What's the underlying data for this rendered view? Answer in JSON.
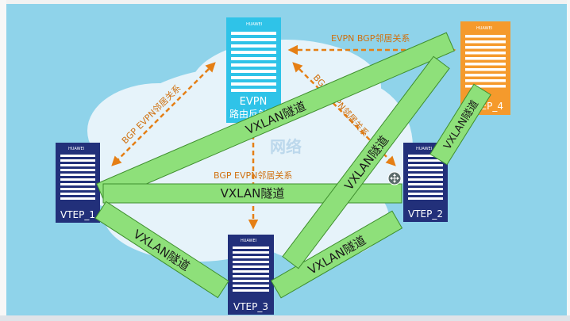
{
  "colors": {
    "background": "#8fd3ea",
    "cloud": "#e6f3fa",
    "tunnel_fill": "#8ee07a",
    "tunnel_stroke": "#3f8f2e",
    "peer_arrow": "#e57f15",
    "device_dark": "#22307a",
    "device_cyan": "#2fc3e8",
    "device_orange": "#f59a2c"
  },
  "devices": {
    "rr": {
      "line1": "EVPN",
      "line2": "路由反射器"
    },
    "vtep1": {
      "label": "VTEP_1"
    },
    "vtep2": {
      "label": "VTEP_2"
    },
    "vtep3": {
      "label": "VTEP_3"
    },
    "vtep4": {
      "label": "VTEP_4"
    },
    "brand": "HUAWEI"
  },
  "cloud_label": "网络",
  "tunnel_label": "VXLAN隧道",
  "peer_labels": {
    "rr_vtep4": "EVPN BGP邻居关系",
    "rr_vtep1": "BGP EVPN邻居关系",
    "rr_vtep2": "BGP EVPN邻居关系",
    "rr_vtep3": "BGP EVPN邻居关系"
  },
  "move_icon": "move-cursor-icon"
}
